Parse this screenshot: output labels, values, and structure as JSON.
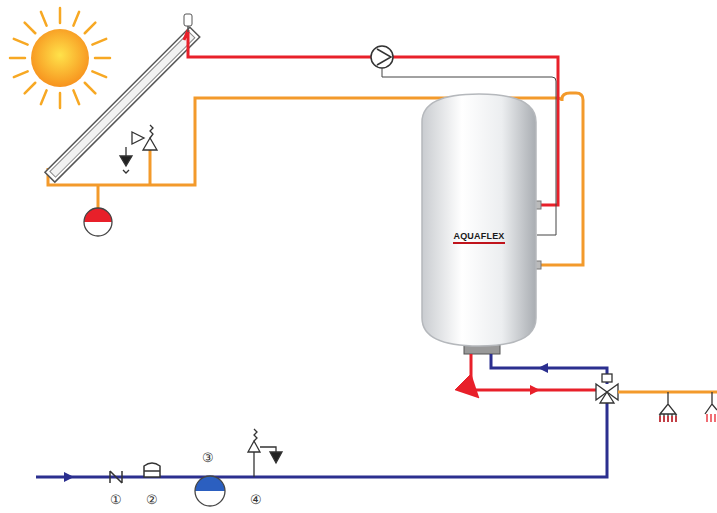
{
  "diagram": {
    "nodes": [
      {
        "text": [
          "AQUAFLEX"
        ]
      }
    ],
    "labels": [
      "①",
      "②",
      "③",
      "④"
    ]
  }
}
